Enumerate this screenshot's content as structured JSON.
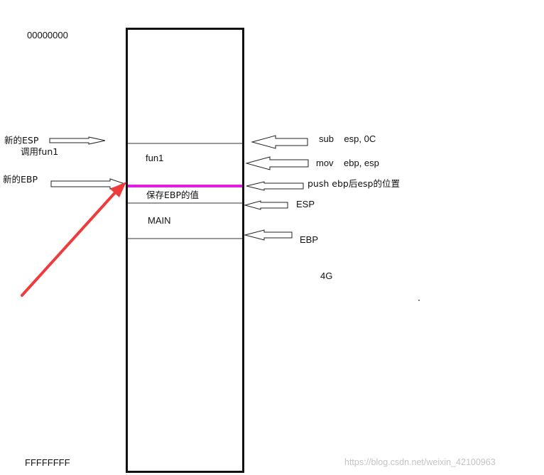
{
  "addresses": {
    "top": "00000000",
    "bottom": "FFFFFFFF",
    "limit": "4G"
  },
  "stack": {
    "fun1": "fun1",
    "saved_ebp": "保存EBP的值",
    "main": "MAIN"
  },
  "left_labels": {
    "new_esp": "新的ESP",
    "call_fun1": "调用fun1",
    "new_ebp": "新的EBP"
  },
  "right_labels": {
    "sub_instr": "sub    esp, 0C",
    "mov_instr": "mov    ebp, esp",
    "push_note": "push ebp后esp的位置",
    "esp": "ESP",
    "ebp": "EBP"
  },
  "watermark": "https://blog.csdn.net/weixin_42100963",
  "colors": {
    "highlight": "#e11de1",
    "pointer": "#ef3b3b",
    "frame": "#111111"
  }
}
